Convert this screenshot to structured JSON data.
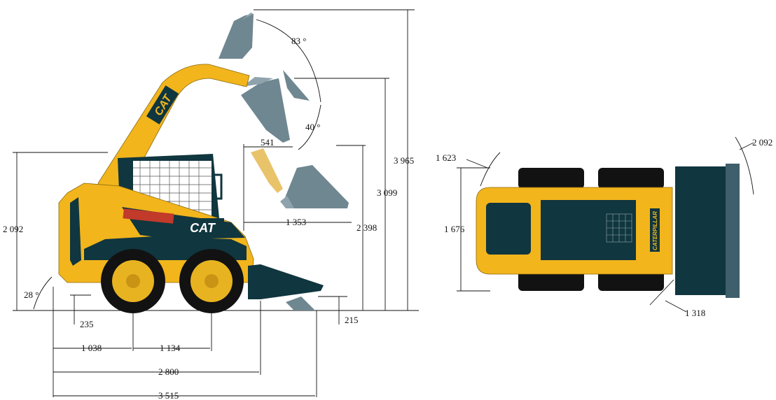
{
  "brand": {
    "logo_text": "CAT",
    "wordmark": "CATERPILLAR",
    "colors": {
      "body_yellow": "#f2b51c",
      "dark_teal": "#10363f",
      "bucket_gray": "#6f8791",
      "tire_black": "#121212"
    }
  },
  "side_view": {
    "angles": {
      "dump_angle_top": "83 °",
      "dump_angle_mid": "40 °",
      "departure": "28 °"
    },
    "dimensions": {
      "reach_at_max": "541",
      "reach_at_dump": "1 353",
      "height_overall_cab": "2 092",
      "hinge_pin_height": "3 099",
      "dump_height": "2 398",
      "max_height": "3 965",
      "ground_clearance": "235",
      "dig_depth": "215",
      "wheelbase_rear": "1 038",
      "wheelbase": "1 134",
      "length_no_bucket": "2 800",
      "length_with_bucket": "3 515"
    }
  },
  "top_view": {
    "dimensions": {
      "turning_circle_rear": "1 623",
      "turning_circle_front": "2 092",
      "width_over_tires": "1 676",
      "bucket_width": "1 318"
    }
  }
}
